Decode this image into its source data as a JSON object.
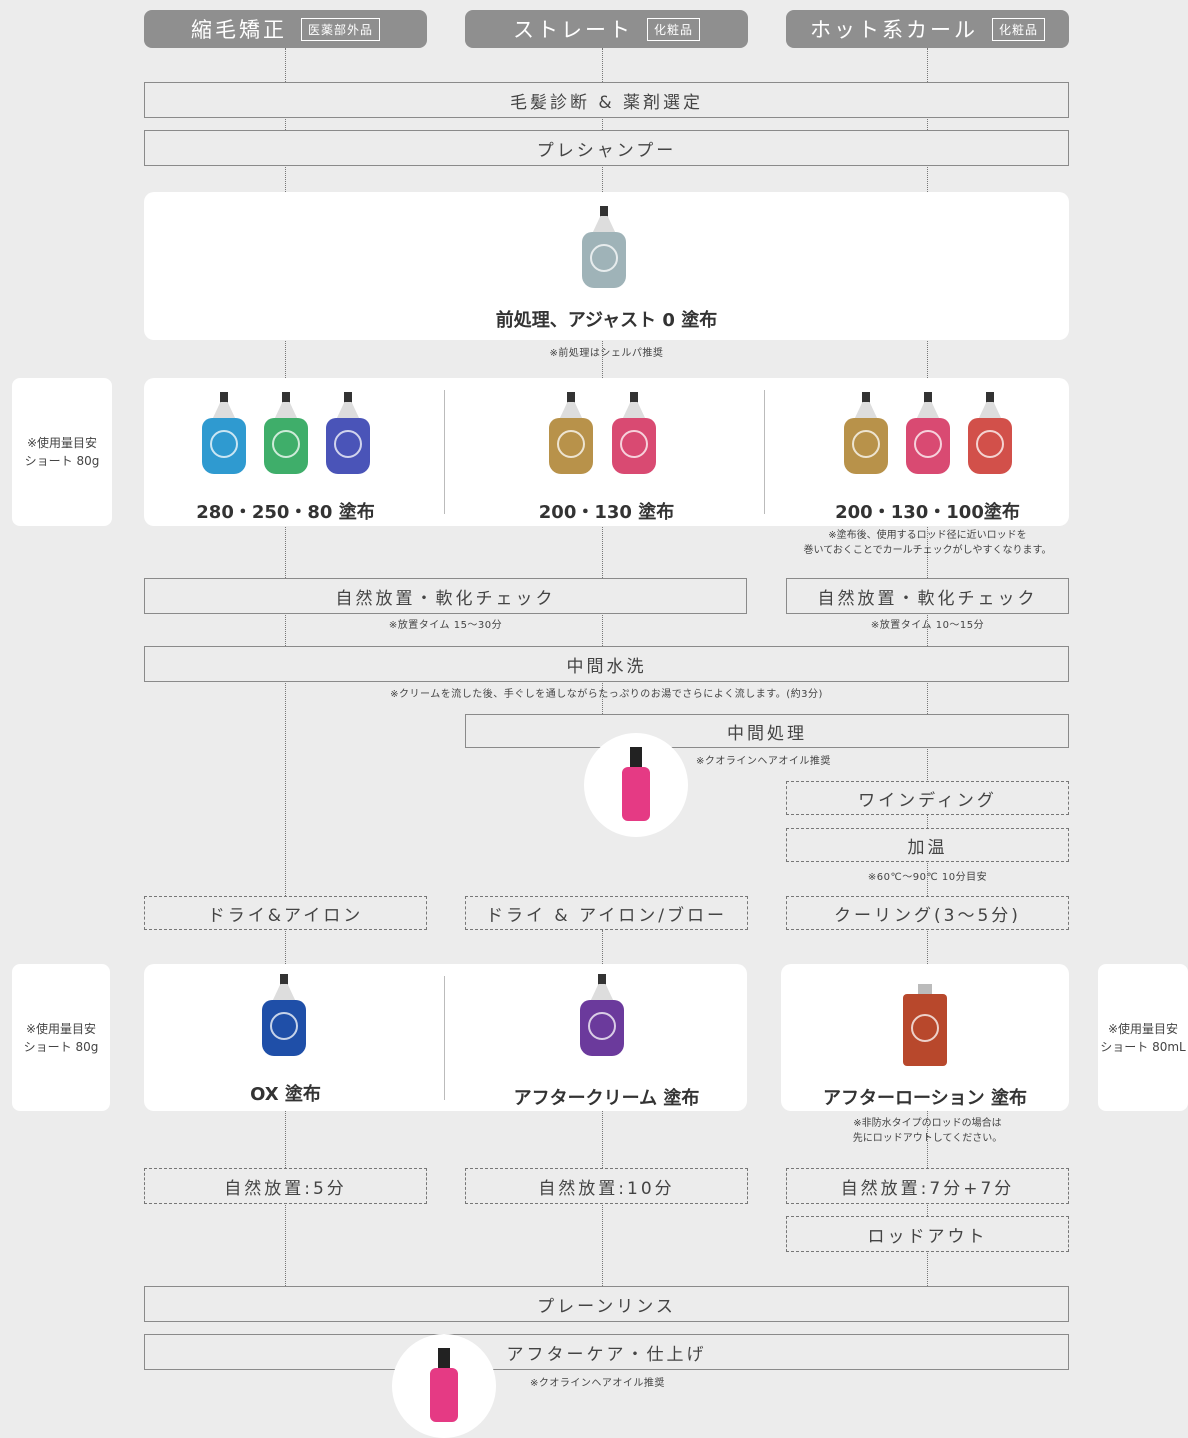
{
  "headers": [
    {
      "label": "縮毛矯正",
      "tag": "医薬部外品"
    },
    {
      "label": "ストレート",
      "tag": "化粧品"
    },
    {
      "label": "ホット系カール",
      "tag": "化粧品"
    }
  ],
  "steps": {
    "diagnosis": "毛髪診断 & 薬剤選定",
    "preshampoo": "プレシャンプー",
    "pretreat": "前処理、アジャスト 0 塗布",
    "pretreat_note": "※前処理はシェルパ推奨",
    "apply1": "280・250・80 塗布",
    "apply2": "200・130 塗布",
    "apply3": "200・130・100塗布",
    "apply3_note": "※塗布後、使用するロッド径に近いロッドを\n巻いておくことでカールチェックがしやすくなります。",
    "check1": "自然放置・軟化チェック",
    "check1_note": "※放置タイム 15〜30分",
    "check2": "自然放置・軟化チェック",
    "check2_note": "※放置タイム 10〜15分",
    "midwash": "中間水洗",
    "midwash_note": "※クリームを流した後、手ぐしを通しながらたっぷりのお湯でさらによく流します。(約3分)",
    "midtreat": "中間処理",
    "midtreat_note": "※クオラインヘアオイル推奨",
    "winding": "ワインディング",
    "heat": "加温",
    "heat_note": "※60℃〜90℃ 10分目安",
    "dry1": "ドライ&アイロン",
    "dry2": "ドライ & アイロン/ブロー",
    "cool": "クーリング(3〜5分)",
    "ox": "OX 塗布",
    "ac": "アフタークリーム 塗布",
    "al": "アフターローション 塗布",
    "al_note": "※非防水タイプのロッドの場合は\n先にロッドアウトしてください。",
    "rest1": "自然放置:5分",
    "rest2": "自然放置:10分",
    "rest3": "自然放置:7分+7分",
    "rodout": "ロッドアウト",
    "rinse": "プレーンリンス",
    "aftercare": "アフターケア・仕上げ",
    "aftercare_note": "※クオラインヘアオイル推奨"
  },
  "side_notes": {
    "left1": "※使用量目安\nショート 80g",
    "left2": "※使用量目安\nショート 80g",
    "right2": "※使用量目安\nショート 80mL"
  },
  "product_colors": {
    "p280": "#2f9ad0",
    "p250": "#3fae6a",
    "p80": "#4a54b8",
    "p200": "#b8924a",
    "p130": "#d94a72",
    "p100": "#d2504a",
    "adjust": "#9fb3b8",
    "ox": "#1f4fa8",
    "ac": "#6b3a9c",
    "al": "#b8482c",
    "oil": "#e53a84"
  }
}
